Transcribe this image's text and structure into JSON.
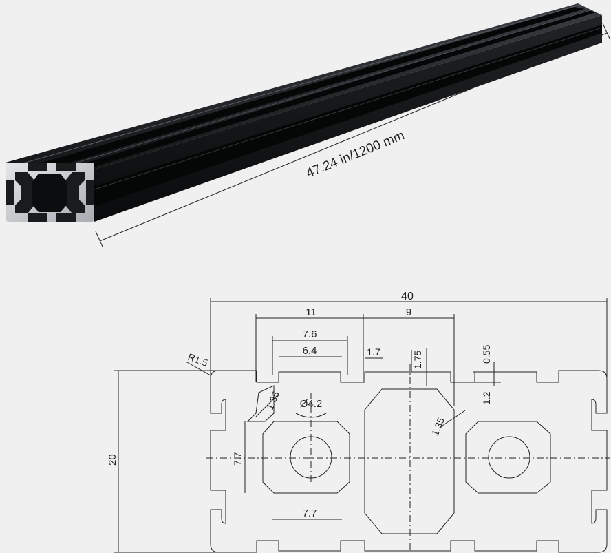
{
  "length_label": "47.24 in/1200 mm",
  "dims": {
    "width": "40",
    "left_pitch": "11",
    "right_pitch": "9",
    "slot_outer": "7.6",
    "slot_inner": "6.4",
    "wall": "1.7",
    "lip_depth": "1.75",
    "lip_step": "0.55",
    "lip_thick": "1.2",
    "corner_radius": "R1.5",
    "diag_left": "1.35",
    "diag_right": "1.35",
    "hole": "Ø4.2",
    "height": "20",
    "core_height": "7.7",
    "core_width": "7.7"
  },
  "colors": {
    "background": "#f0f0f0",
    "profile_black": "#16181a",
    "aluminum": "#c9ccd0",
    "line": "#222222"
  }
}
